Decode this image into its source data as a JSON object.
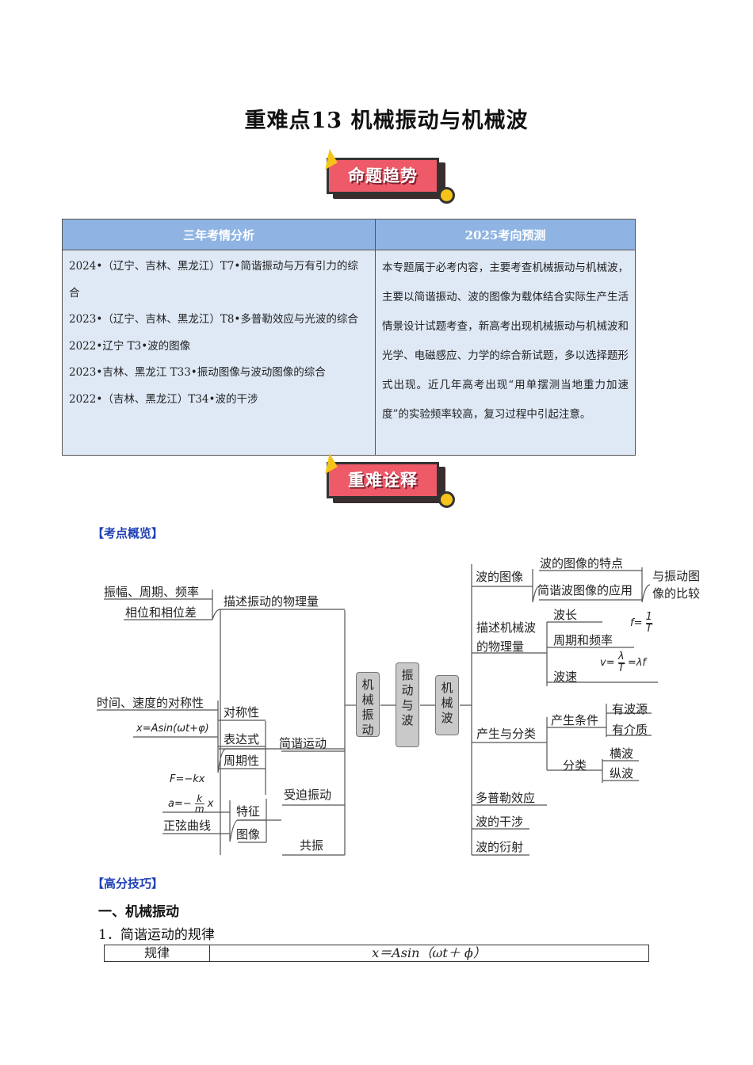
{
  "title": "重难点13 机械振动与机械波",
  "badges": {
    "trend": "命题趋势",
    "explain": "重难诠释"
  },
  "table": {
    "headers": [
      "三年考情分析",
      "2025考向预测"
    ],
    "left_items": [
      "2024•（辽宁、吉林、黑龙江）T7•简谐振动与万有引力的综合",
      "2023•（辽宁、吉林、黑龙江）T8•多普勒效应与光波的综合",
      "2022•辽宁 T3•波的图像",
      "2023•吉林、黑龙江 T33•振动图像与波动图像的综合",
      "2022•（吉林、黑龙江）T34•波的干涉"
    ],
    "right_text": "本专题属于必考内容，主要考查机械振动与机械波，主要以简谐振动、波的图像为载体结合实际生产生活情景设计试题考查，新高考出现机械振动与机械波和光学、电磁感应、力学的综合新试题，多以选择题形式出现。近几年高考出现“用单摆测当地重力加速度”的实验频率较高，复习过程中引起注意。"
  },
  "sections": {
    "overview": "【考点概览】",
    "skills": "【高分技巧】"
  },
  "mindmap": {
    "center": [
      "振",
      "动",
      "与",
      "波"
    ],
    "mech_vib": [
      "机",
      "械",
      "振",
      "动"
    ],
    "mech_wave": [
      "机",
      "械",
      "波"
    ],
    "left": {
      "describe": "描述振动的物理量",
      "amp": "振幅、周期、频率",
      "phase": "相位和相位差",
      "shm": "简谐运动",
      "symmetry_time": "时间、速度的对称性",
      "symmetry": "对称性",
      "expr_formula": "x=Asin(ωt+φ)",
      "expr": "表达式",
      "period": "周期性",
      "f_formula": "F=−kx",
      "a_formula": "a=−",
      "a_frac_num": "k",
      "a_frac_den": "m",
      "a_x": "x",
      "feature": "特征",
      "sine": "正弦曲线",
      "graph": "图像",
      "forced": "受迫振动",
      "resonance": "共振"
    },
    "right": {
      "wave_graph": "波的图像",
      "wg_feature": "波的图像的特点",
      "wg_apply": "简谐波图像的应用",
      "compare1": "与振动图",
      "compare2": "像的比较",
      "describe1": "描述机械波",
      "describe2": "的物理量",
      "wavelength": "波长",
      "period_freq": "周期和频率",
      "f_eq": "f=",
      "f_num": "1",
      "f_den": "T",
      "speed": "波速",
      "v_eq": "v=",
      "v_num": "λ",
      "v_den": "T",
      "v_tail": "=λf",
      "gen_class": "产生与分类",
      "cond": "产生条件",
      "source": "有波源",
      "medium": "有介质",
      "classify": "分类",
      "transverse": "横波",
      "longitudinal": "纵波",
      "doppler": "多普勒效应",
      "interference": "波的干涉",
      "diffraction": "波的衍射"
    }
  },
  "skills": {
    "h1": "一、机械振动",
    "h2": "1．简谐运动的规律",
    "row_label": "规律",
    "row_formula": "x＝Asin（ωt＋ ϕ）"
  }
}
